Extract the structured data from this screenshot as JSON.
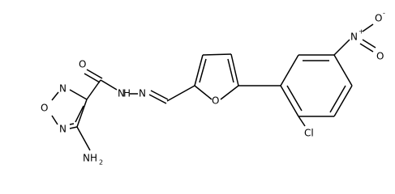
{
  "labels": {
    "carbonyl_o": "O",
    "nh": "N",
    "nh_h": "H",
    "imine_n": "N",
    "ring_n1": "N",
    "ring_o": "O",
    "ring_n2": "N",
    "amino": "NH",
    "amino_sub": "2",
    "furan_o": "O",
    "cl": "Cl",
    "nitro_n": "N",
    "nitro_n_charge": "+",
    "nitro_o1": "O",
    "nitro_o1_charge": "-",
    "nitro_o2": "O"
  },
  "colors": {
    "stroke": "#000000",
    "text": "#000000",
    "background": "#ffffff"
  }
}
